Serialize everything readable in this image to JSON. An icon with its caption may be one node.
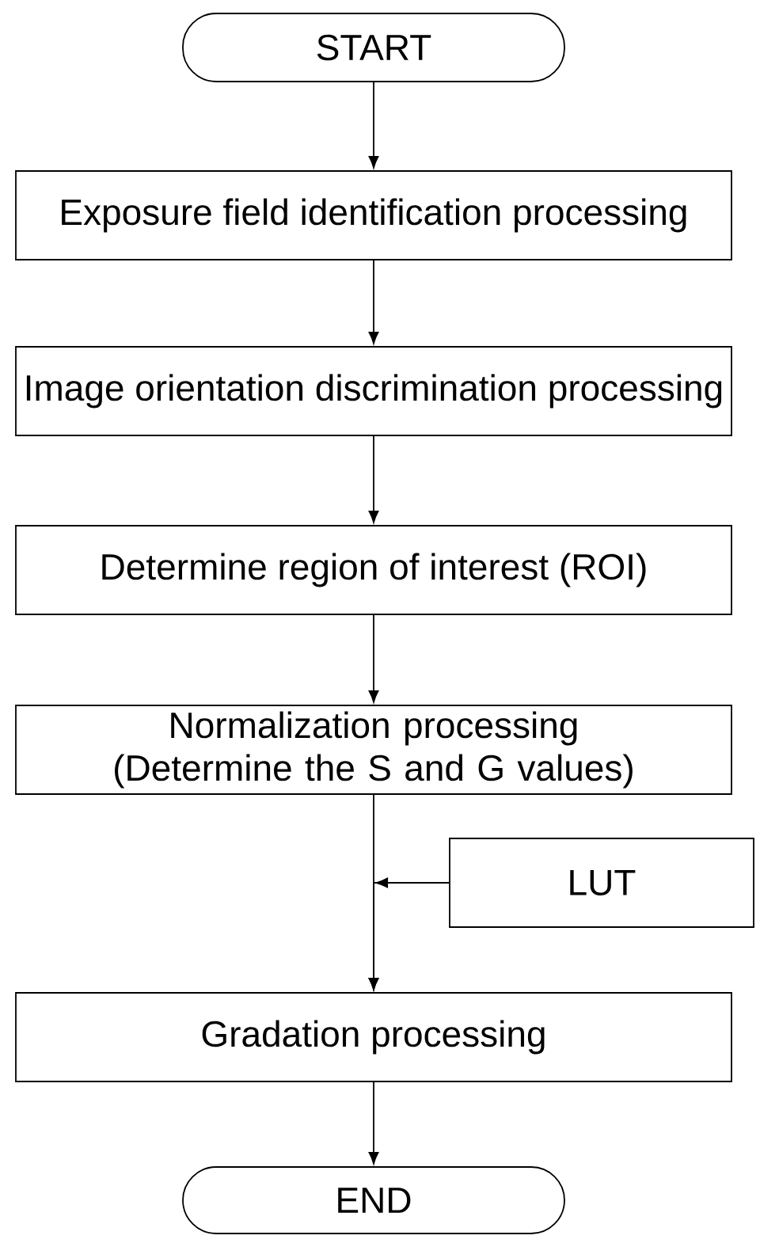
{
  "diagram": {
    "nodes": [
      {
        "text": [
          "START"
        ]
      },
      {
        "text": [
          "Exposure field identification processing"
        ]
      },
      {
        "text": [
          "Image orientation discrimination processing"
        ]
      },
      {
        "text": [
          "Determine region of interest (ROI)"
        ]
      },
      {
        "text": [
          "Normalization processing (Determine the S and G values)"
        ]
      },
      {
        "text": [
          "LUT"
        ]
      },
      {
        "text": [
          "Gradation processing"
        ]
      },
      {
        "text": [
          "END"
        ]
      }
    ],
    "edges": [
      {
        "from": 0,
        "to": 1,
        "arrow": "to"
      },
      {
        "from": 1,
        "to": 2,
        "arrow": "to"
      },
      {
        "from": 2,
        "to": 3,
        "arrow": "to"
      },
      {
        "from": 3,
        "to": 4,
        "arrow": "to"
      },
      {
        "from": 4,
        "to": 6,
        "arrow": "to"
      },
      {
        "from": 5,
        "to": 6,
        "arrow": "to"
      },
      {
        "from": 6,
        "to": 7,
        "arrow": "to"
      }
    ]
  }
}
